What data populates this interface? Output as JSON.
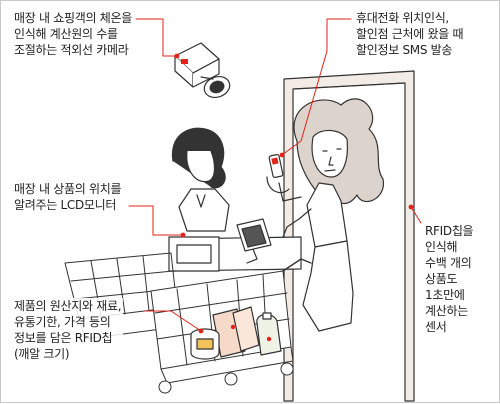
{
  "labels": {
    "camera": "매장 내 쇼핑객의 체온을\n인식해 계산원의 수를\n조절하는 적외선 카메라",
    "phone": "휴대전화 위치인식,\n할인점 근처에 왔을 때\n할인정보 SMS 발송",
    "lcd": "매장 내 상품의 위치를\n알려주는 LCD모니터",
    "rfid_chip": "제품의 원산지와 재료,\n유통기한, 가격 등의\n정보를 담은 RFID칩\n(깨알 크기)",
    "sensor": "RFID칩을\n인식해\n수백 개의\n상품도\n1초만에\n계산하는\n센서"
  },
  "colors": {
    "callout_line": "#e2231a",
    "callout_dot": "#e2231a",
    "ink": "#333333",
    "gate_fill": "#f3ebe6",
    "hair": "#dcd4cc"
  },
  "icons": {
    "camera": "infrared-camera-icon",
    "phone": "mobile-phone-icon",
    "lcd": "lcd-monitor-icon",
    "chip": "rfid-chip-icon",
    "gate": "rfid-sensor-gate"
  }
}
